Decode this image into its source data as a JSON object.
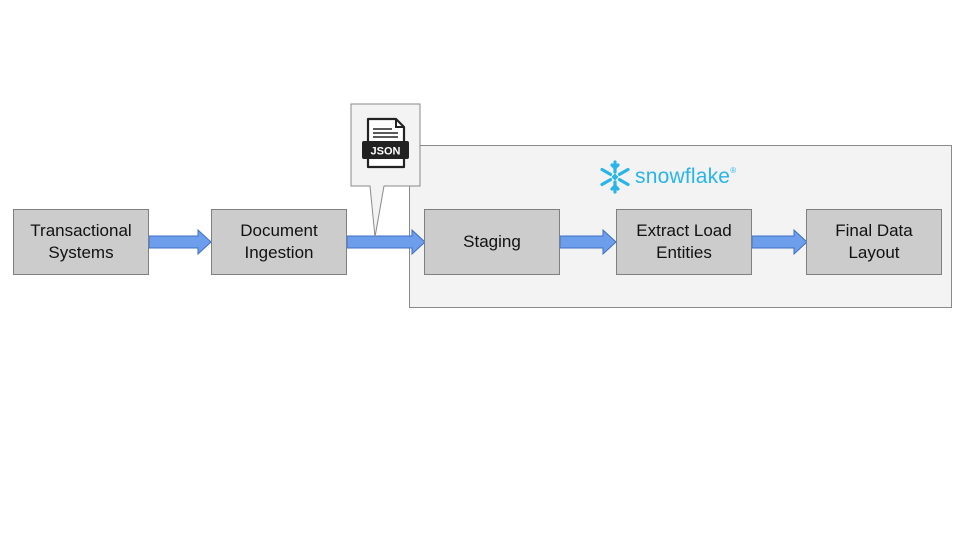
{
  "diagram": {
    "nodes": [
      {
        "id": "transactional",
        "label": "Transactional\nSystems"
      },
      {
        "id": "document",
        "label": "Document\nIngestion"
      },
      {
        "id": "staging",
        "label": "Staging"
      },
      {
        "id": "extract",
        "label": "Extract Load\nEntities"
      },
      {
        "id": "final",
        "label": "Final Data\nLayout"
      }
    ],
    "edges": [
      {
        "from": "transactional",
        "to": "document"
      },
      {
        "from": "document",
        "to": "staging"
      },
      {
        "from": "staging",
        "to": "extract"
      },
      {
        "from": "extract",
        "to": "final"
      }
    ],
    "region": {
      "logo_text": "snowflake",
      "logo_mark": "®"
    },
    "callout": {
      "icon_text": "JSON"
    },
    "colors": {
      "node_fill": "#cccccc",
      "node_border": "#7f7f7f",
      "region_fill": "#f3f3f3",
      "arrow": "#6d9eeb",
      "brand": "#29b5e8"
    }
  }
}
